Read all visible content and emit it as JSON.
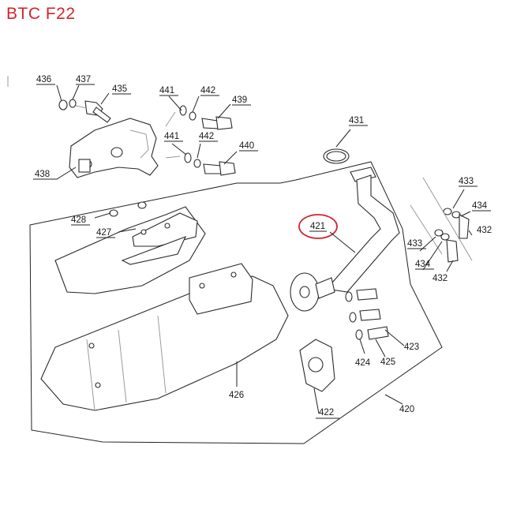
{
  "title": "BTC F22",
  "highlight_color": "#d0262b",
  "callouts": {
    "436": "436",
    "437": "437",
    "435": "435",
    "438": "438",
    "441a": "441",
    "442a": "442",
    "439": "439",
    "441b": "441",
    "442b": "442",
    "440": "440",
    "431": "431",
    "421": "421",
    "433a": "433",
    "434a": "434",
    "432a": "432",
    "433b": "433",
    "434b": "434",
    "432b": "432",
    "428": "428",
    "427": "427",
    "426": "426",
    "423": "423",
    "424": "424",
    "425": "425",
    "422": "422",
    "420": "420"
  }
}
